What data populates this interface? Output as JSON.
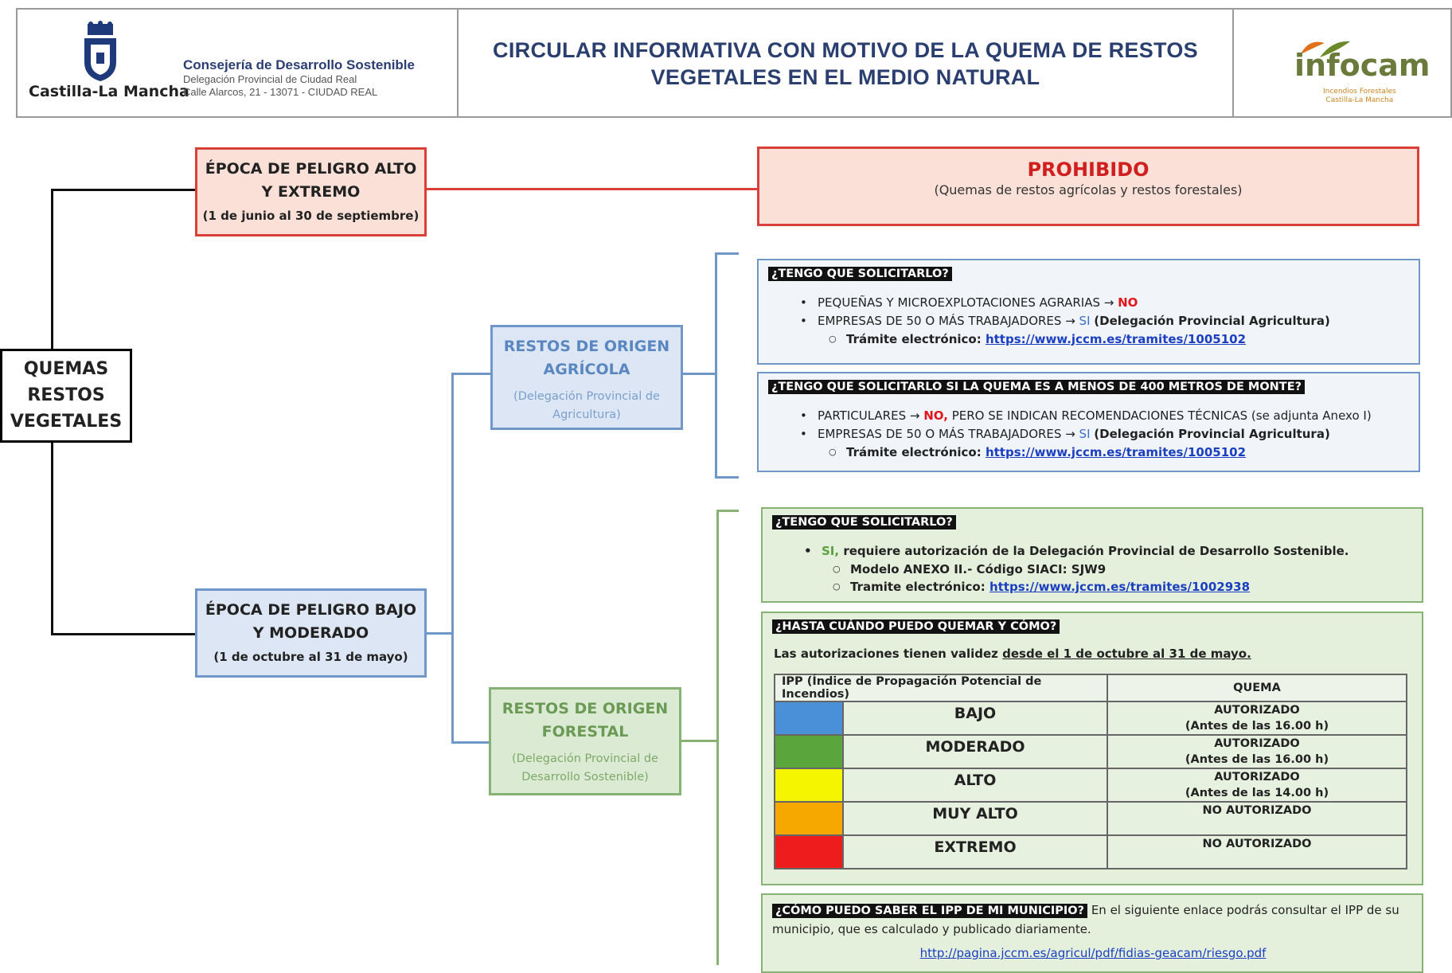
{
  "header": {
    "org_name": "Castilla-La Mancha",
    "department": "Consejería de Desarrollo Sostenible",
    "delegation": "Delegación Provincial de Ciudad Real",
    "address": "Calle Alarcos, 21 - 13071 - CIUDAD REAL",
    "title_line1": "CIRCULAR INFORMATIVA CON MOTIVO DE LA QUEMA DE RESTOS",
    "title_line2": "VEGETALES EN EL MEDIO NATURAL",
    "brand": "infocam",
    "brand_sub1": "Incendios Forestales",
    "brand_sub2": "Castilla-La Mancha"
  },
  "root": {
    "line1": "QUEMAS",
    "line2": "RESTOS",
    "line3": "VEGETALES"
  },
  "high_season": {
    "line1": "ÉPOCA DE PELIGRO ALTO",
    "line2": "Y EXTREMO",
    "dates": "(1 de junio al 30 de septiembre)",
    "result_title": "PROHIBIDO",
    "result_detail": "(Quemas de restos agrícolas y restos forestales)"
  },
  "low_season": {
    "line1": "ÉPOCA DE PELIGRO BAJO",
    "line2": "Y MODERADO",
    "dates": "(1 de octubre al 31 de mayo)"
  },
  "agricola": {
    "line1": "RESTOS DE ORIGEN",
    "line2": "AGRÍCOLA",
    "auth1": "(Delegación Provincial de",
    "auth2": "Agricultura)",
    "panel1": {
      "question": "¿TENGO QUE SOLICITARLO?",
      "item1_text": "PEQUEÑAS Y MICROEXPLOTACIONES AGRARIAS →",
      "item1_answer": "NO",
      "item2_text": "EMPRESAS DE 50 O MÁS TRABAJADORES →",
      "item2_answer": "SI",
      "item2_detail": "(Delegación Provincial Agricultura)",
      "tramite_label": "Trámite electrónico:",
      "tramite_link": "https://www.jccm.es/tramites/1005102"
    },
    "panel2": {
      "question": "¿TENGO QUE SOLICITARLO SI LA QUEMA ES A MENOS DE 400 METROS DE MONTE?",
      "item1_text": "PARTICULARES →",
      "item1_answer": "NO,",
      "item1_detail": "PERO SE INDICAN RECOMENDACIONES TÉCNICAS (se adjunta Anexo I)",
      "item2_text": "EMPRESAS DE 50 O MÁS TRABAJADORES →",
      "item2_answer": "SI",
      "item2_detail": "(Delegación Provincial Agricultura)",
      "tramite_label": "Trámite electrónico:",
      "tramite_link": "https://www.jccm.es/tramites/1005102"
    }
  },
  "forestal": {
    "line1": "RESTOS DE ORIGEN",
    "line2": "FORESTAL",
    "auth1": "(Delegación Provincial de",
    "auth2": "Desarrollo Sostenible)",
    "panel1": {
      "question": "¿TENGO QUE SOLICITARLO?",
      "item1_answer": "SI,",
      "item1_text": "requiere autorización de la Delegación Provincial de Desarrollo Sostenible.",
      "sub1": "Modelo ANEXO II.- Código SIACI: SJW9",
      "tramite_label": "Tramite electrónico:",
      "tramite_link": "https://www.jccm.es/tramites/1002938"
    },
    "panel2": {
      "question": "¿HASTA CUÁNDO PUEDO QUEMAR Y CÓMO?",
      "validity_prefix": "Las autorizaciones tienen validez",
      "validity_period": "desde el 1 de octubre al 31 de mayo.",
      "table_header_ipp": "IPP (Índice de Propagación Potencial de Incendios)",
      "table_header_quema": "QUEMA",
      "rows": [
        {
          "level": "BAJO",
          "color": "#4a90d9",
          "status": "AUTORIZADO",
          "time": "(Antes de las 16.00 h)"
        },
        {
          "level": "MODERADO",
          "color": "#5aa63c",
          "status": "AUTORIZADO",
          "time": "(Antes de las 16.00 h)"
        },
        {
          "level": "ALTO",
          "color": "#f5f500",
          "status": "AUTORIZADO",
          "time": "(Antes de las 14.00 h)"
        },
        {
          "level": "MUY ALTO",
          "color": "#f7a800",
          "status": "NO AUTORIZADO",
          "time": ""
        },
        {
          "level": "EXTREMO",
          "color": "#ee1c1c",
          "status": "NO AUTORIZADO",
          "time": ""
        }
      ]
    },
    "panel3": {
      "question": "¿CÓMO PUEDO SABER EL IPP DE MI MUNICIPIO?",
      "text1": "En el siguiente enlace podrás consultar el IPP de su",
      "text2": "municipio, que es calculado y publicado diariamente.",
      "link": "http://pagina.jccm.es/agricul/pdf/fidias-geacam/riesgo.pdf"
    }
  }
}
